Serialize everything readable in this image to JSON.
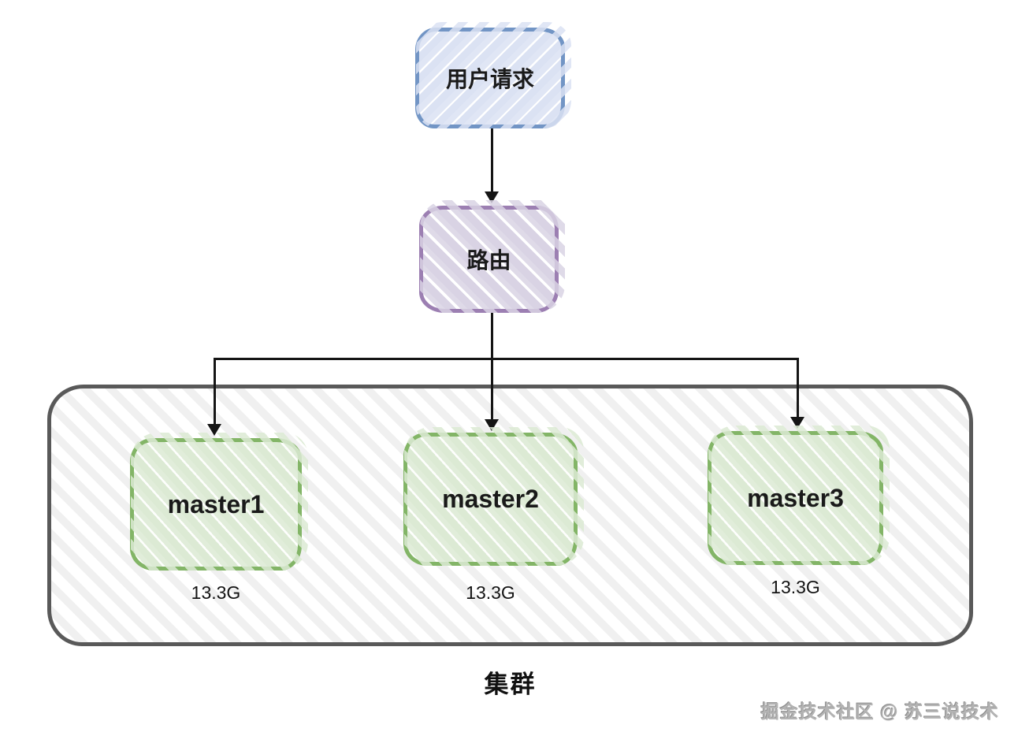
{
  "diagram": {
    "nodes": {
      "user_request": {
        "label": "用户请求"
      },
      "router": {
        "label": "路由"
      },
      "masters": [
        {
          "label": "master1",
          "size": "13.3G"
        },
        {
          "label": "master2",
          "size": "13.3G"
        },
        {
          "label": "master3",
          "size": "13.3G"
        }
      ],
      "cluster": {
        "label": "集群"
      }
    },
    "edges": [
      {
        "from": "user_request",
        "to": "router"
      },
      {
        "from": "router",
        "to": "master1"
      },
      {
        "from": "router",
        "to": "master2"
      },
      {
        "from": "router",
        "to": "master3"
      }
    ],
    "watermark": "掘金技术社区 @ 苏三说技术",
    "colors": {
      "user_request_border": "#7295c5",
      "user_request_hatch": "#dbe2f3",
      "router_border": "#9c7fb2",
      "router_hatch": "#d9d3e4",
      "master_border": "#83b567",
      "master_hatch": "#dcead4",
      "cluster_border": "#595959",
      "cluster_hatch": "#f0f0f0",
      "arrow": "#151515",
      "text": "#1a1a1a",
      "watermark_text": "#b3b3b3"
    }
  }
}
